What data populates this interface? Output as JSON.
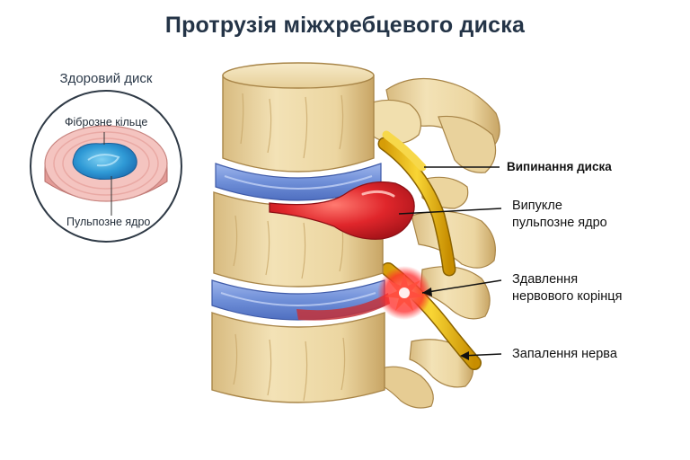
{
  "title": "Протрузія міжхребцевого диска",
  "inset": {
    "title": "Здоровий диск",
    "labels": {
      "annulus": "Фіброзне кільце",
      "nucleus": "Пульпозне ядро"
    }
  },
  "callouts": {
    "bulge": "Випинання диска",
    "nucleus_line1": "Випукле",
    "nucleus_line2": "пульпозне ядро",
    "compression_line1": "Здавлення",
    "compression_line2": "нервового корінця",
    "inflammation": "Запалення нерва"
  },
  "colors": {
    "title": "#243447",
    "bone": "#efdcaa",
    "bone_shadow": "#c9a96b",
    "disc_blue": "#6f8fd8",
    "bulge_red": "#e0262b",
    "nerve_yellow": "#f2c418",
    "inflammation": "#ff2a2a",
    "inset_pink": "#f2b8b4",
    "inset_nucleus": "#3aa5dc"
  }
}
